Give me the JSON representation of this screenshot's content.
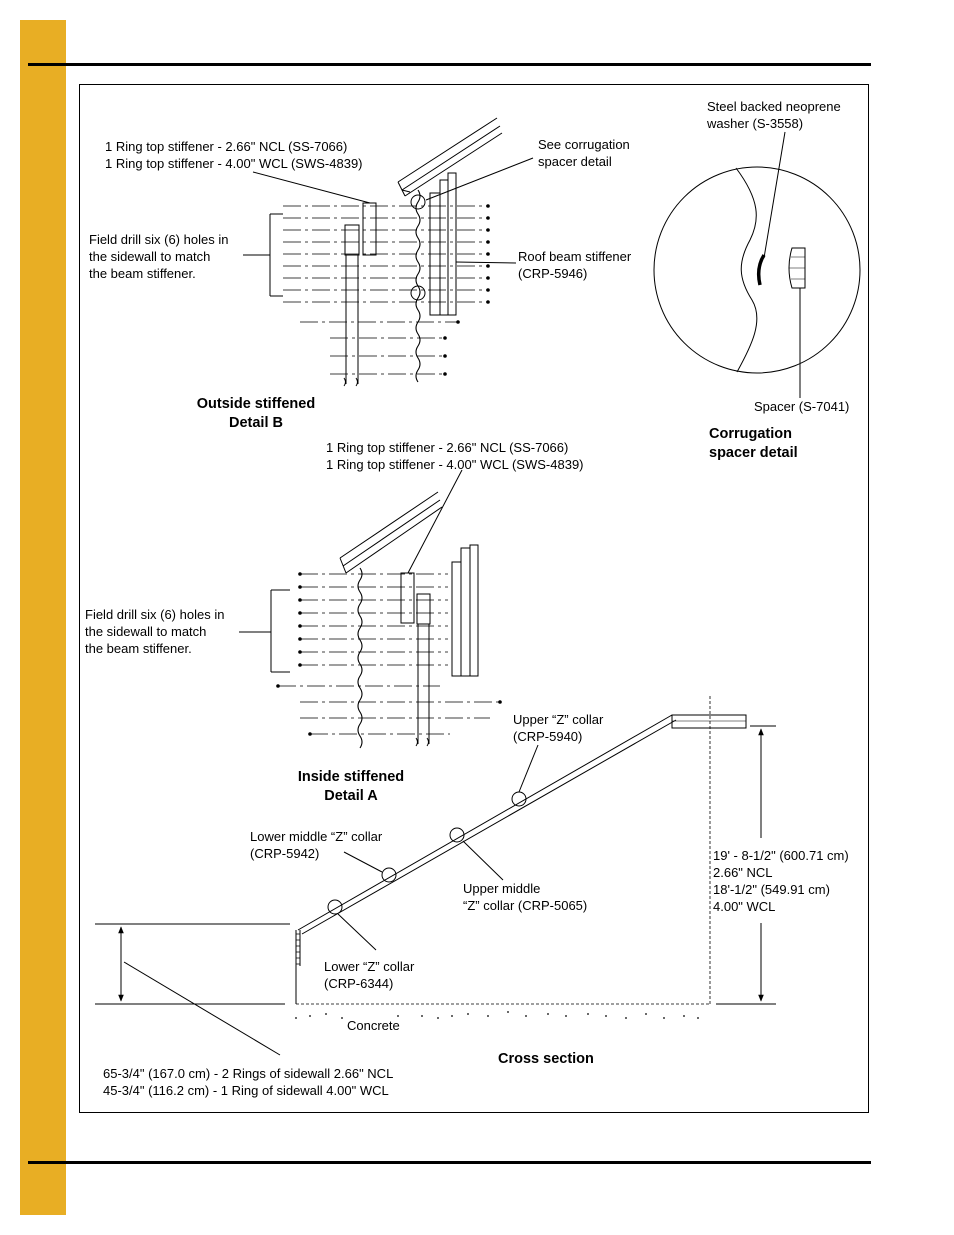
{
  "colors": {
    "sidebar": "#E8AE24",
    "ink": "#000000"
  },
  "detail_b": {
    "stiffener_label_1": "1 Ring top stiffener - 2.66\" NCL (SS-7066)",
    "stiffener_label_2": "1 Ring top stiffener - 4.00\" WCL (SWS-4839)",
    "spacer_label_1": "See corrugation",
    "spacer_label_2": "spacer detail",
    "drill_1": "Field drill six (6) holes in",
    "drill_2": "the sidewall to match",
    "drill_3": "the beam stiffener.",
    "beam_1": "Roof beam stiffener",
    "beam_2": "(CRP-5946)",
    "title_1": "Outside stiffened",
    "title_2": "Detail B"
  },
  "corrugation": {
    "washer_1": "Steel backed neoprene",
    "washer_2": "washer (S-3558)",
    "spacer": "Spacer (S-7041)",
    "title_1": "Corrugation",
    "title_2": "spacer detail"
  },
  "detail_a": {
    "stiffener_label_1": "1 Ring top stiffener - 2.66\" NCL (SS-7066)",
    "stiffener_label_2": "1 Ring top stiffener - 4.00\" WCL (SWS-4839)",
    "drill_1": "Field drill six (6) holes in",
    "drill_2": "the sidewall to match",
    "drill_3": "the beam stiffener.",
    "title_1": "Inside stiffened",
    "title_2": "Detail A"
  },
  "cross_section": {
    "upper_z_1": "Upper “Z” collar",
    "upper_z_2": "(CRP-5940)",
    "lower_middle_1": "Lower middle “Z” collar",
    "lower_middle_2": "(CRP-5942)",
    "upper_middle_1": "Upper middle",
    "upper_middle_2": "“Z” collar (CRP-5065)",
    "lower_z_1": "Lower “Z” collar",
    "lower_z_2": "(CRP-6344)",
    "dim_1": "19' - 8-1/2\" (600.71 cm)",
    "dim_2": "2.66\" NCL",
    "dim_3": "18'-1/2\" (549.91 cm)",
    "dim_4": "4.00\" WCL",
    "concrete": "Concrete",
    "title": "Cross section",
    "wall_1": "65-3/4\" (167.0 cm) - 2 Rings of sidewall 2.66\" NCL",
    "wall_2": "45-3/4\" (116.2 cm) - 1 Ring of sidewall 4.00\" WCL"
  }
}
